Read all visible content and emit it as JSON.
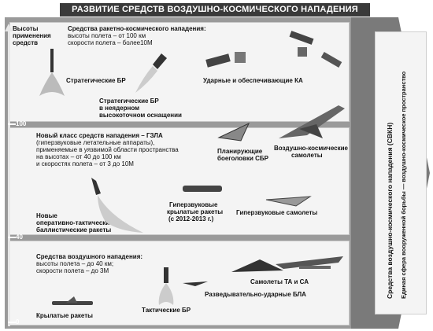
{
  "title": "РАЗВИТИЕ СРЕДСТВ ВОЗДУШНО-КОСМИЧЕСКОГО НАПАДЕНИЯ",
  "axis": {
    "label_line1": "Высоты",
    "label_line2": "применения",
    "label_line3": "средств",
    "ticks": [
      "100",
      "40",
      "0"
    ]
  },
  "band1": {
    "heading": "Средства ракетно-космического нападения:",
    "line1": "высоты полета – от 100 км",
    "line2": "скорости полета – более10М",
    "items": {
      "strategic_br": "Стратегические БР",
      "strike_ka": "Ударные и обеспечивающие КА",
      "strategic_br_nonnuclear_1": "Стратегические БР",
      "strategic_br_nonnuclear_2": "в неядерном",
      "strategic_br_nonnuclear_3": "высокоточном оснащении"
    }
  },
  "band2": {
    "heading": "Новый класс средств нападения – ГЗЛА",
    "line1": "(гиперзвуковые летательные аппараты),",
    "line2": "применяемые в уязвимой области пространства",
    "line3": "на высотах – от 40 до 100 км",
    "line4": "и скоростях полета – от 3 до 10М",
    "items": {
      "glide_1": "Планирующие",
      "glide_2": "боеголовки СБР",
      "aerospace_1": "Воздушно-космические",
      "aerospace_2": "самолеты",
      "hcm_1": "Гиперзвуковые",
      "hcm_2": "крылатые ракеты",
      "hcm_3": "(с 2012-2013 г.)",
      "hyp_planes": "Гиперзвуковые самолеты",
      "otbr_1": "Новые",
      "otbr_2": "оперативно-тактические",
      "otbr_3": "баллистические ракеты"
    }
  },
  "band3": {
    "heading": "Средства воздушного нападения:",
    "line1": "высоты полета – до 40 км;",
    "line2": "скорости полета – до 3М",
    "items": {
      "aircraft": "Самолеты ТА и СА",
      "uav": "Разведывательно-ударные БЛА",
      "cruise": "Крылатые ракеты",
      "tactical_br": "Тактические БР"
    }
  },
  "side": {
    "line1": "Средства воздушно-космического нападения (СВКН)",
    "line2": "Единая сфера вооруженной борьбы — воздушно-космическое пространство"
  },
  "colors": {
    "background": "#9a9a9a",
    "band": "#f4f4f4",
    "title_bar": "#3a3a3a"
  }
}
